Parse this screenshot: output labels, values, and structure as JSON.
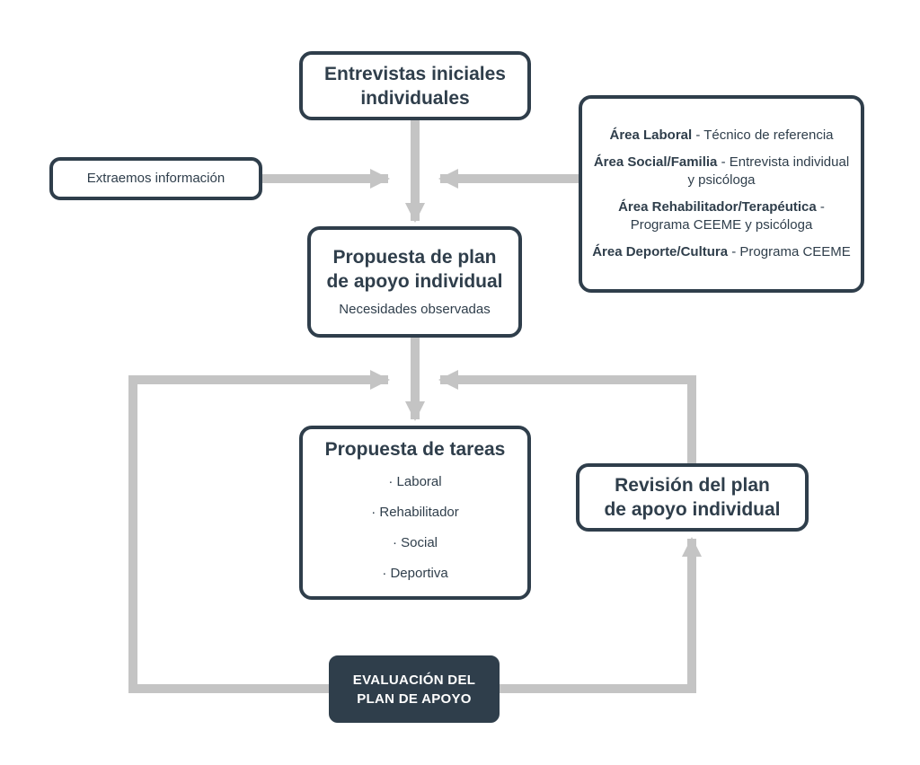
{
  "colors": {
    "box_border": "#2f3e4b",
    "arrow": "#c4c4c4",
    "dark_fill": "#2f3e4b",
    "text_light": "#ffffff"
  },
  "nodes": {
    "entrevistas": {
      "line1": "Entrevistas iniciales",
      "line2": "individuales"
    },
    "extraemos": {
      "label": "Extraemos información"
    },
    "areas": [
      {
        "bold": "Área Laboral",
        "sep": " - ",
        "rest": "Técnico de referencia"
      },
      {
        "bold": "Área Social/Familia",
        "sep": " - ",
        "rest": "Entrevista individual y psicóloga"
      },
      {
        "bold": "Área Rehabilitador/Terapéutica",
        "sep": " - ",
        "rest": "Programa CEEME y psicóloga"
      },
      {
        "bold": "Área Deporte/Cultura",
        "sep": " - ",
        "rest": "Programa CEEME"
      }
    ],
    "propuesta_plan": {
      "line1": "Propuesta de plan",
      "line2": "de apoyo individual",
      "sub": "Necesidades observadas"
    },
    "propuesta_tareas": {
      "title": "Propuesta de tareas",
      "items": [
        "· Laboral",
        "· Rehabilitador",
        "· Social",
        "· Deportiva"
      ]
    },
    "revision": {
      "line1": "Revisión del plan",
      "line2": "de apoyo individual"
    },
    "evaluacion": {
      "line1": "EVALUACIÓN DEL",
      "line2": "PLAN DE APOYO"
    }
  }
}
